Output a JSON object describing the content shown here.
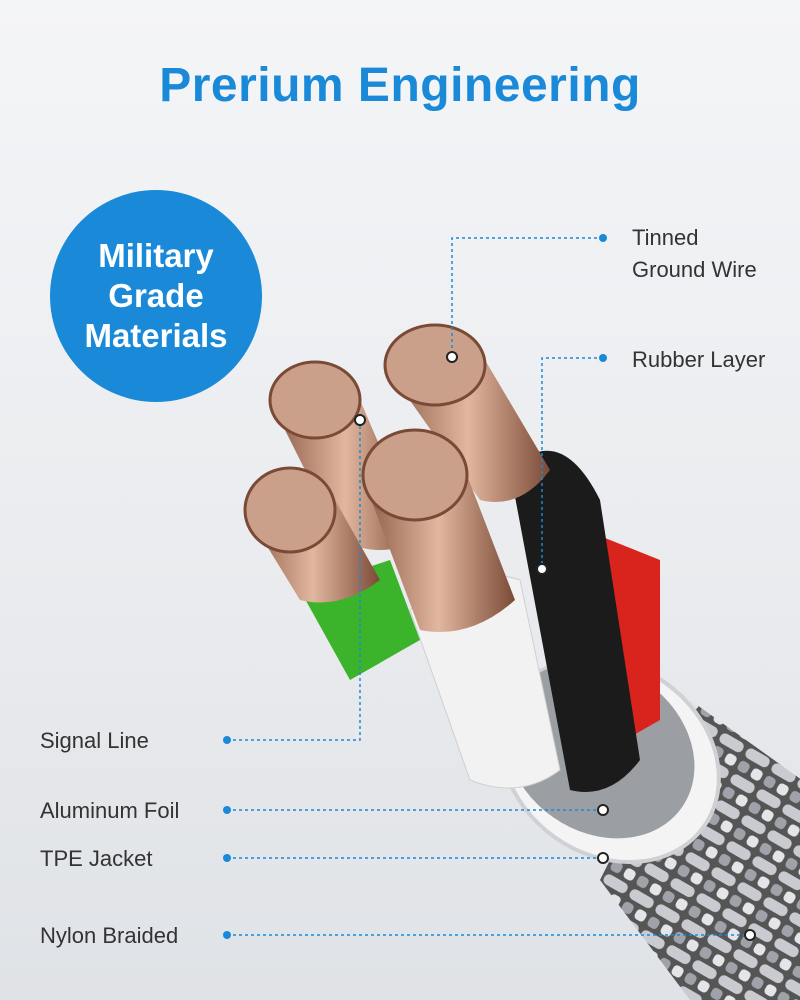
{
  "title": "Prerium Engineering",
  "badge": {
    "line1": "Military",
    "line2": "Grade",
    "line3": "Materials"
  },
  "labels": {
    "tinned_ground_wire_1": "Tinned",
    "tinned_ground_wire_2": "Ground Wire",
    "rubber_layer": "Rubber Layer",
    "signal_line": "Signal Line",
    "aluminum_foil": "Aluminum Foil",
    "tpe_jacket": "TPE Jacket",
    "nylon_braided": "Nylon Braided"
  },
  "colors": {
    "accent": "#1a8ad8",
    "copper": "#c99a80",
    "red": "#d8241c",
    "green": "#3bb32a",
    "black": "#1a1a1a"
  }
}
